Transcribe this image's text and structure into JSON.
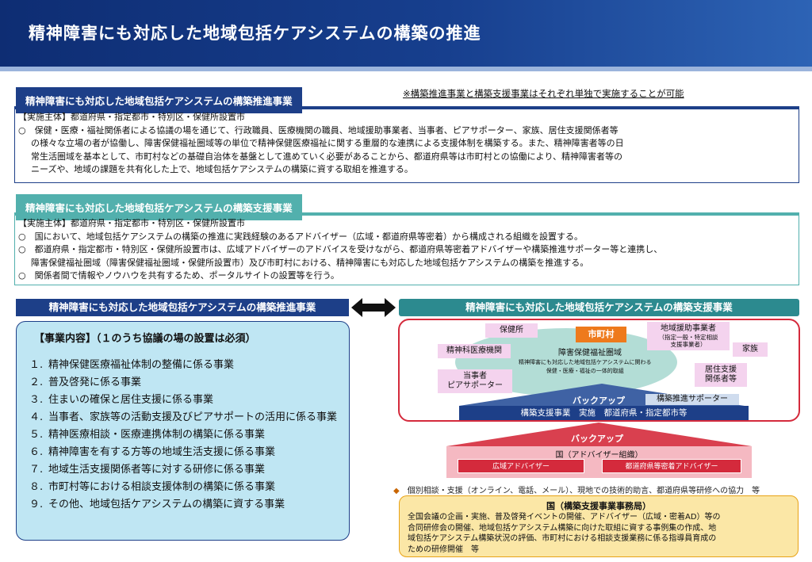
{
  "header": {
    "title": "精神障害にも対応した地域包括ケアシステムの構築の推進"
  },
  "note": "※構築推進事業と構築支援事業はそれぞれ単独で実施することが可能",
  "section1": {
    "tag": "精神障害にも対応した地域包括ケアシステムの構築推進事業",
    "lines": [
      "【実施主体】都道府県・指定都市・特別区・保健所設置市",
      "○　保健・医療・福祉関係者による協議の場を通じて、行政職員、医療機関の職員、地域援助事業者、当事者、ピアサポーター、家族、居住支援関係者等",
      "の様々な立場の者が協働し、障害保健福祉圏域等の単位で精神保健医療福祉に関する重層的な連携による支援体制を構築する。また、精神障害者等の日",
      "常生活圏域を基本として、市町村などの基礎自治体を基盤として進めていく必要があることから、都道府県等は市町村との協働により、精神障害者等の",
      "ニーズや、地域の課題を共有化した上で、地域包括ケアシステムの構築に資する取組を推進する。"
    ]
  },
  "section2": {
    "tag": "精神障害にも対応した地域包括ケアシステムの構築支援事業",
    "lines": [
      "【実施主体】都道府県・指定都市・特別区・保健所設置市",
      "○　国において、地域包括ケアシステムの構築の推進に実践経験のあるアドバイザー（広域・都道府県等密着）から構成される組織を設置する。",
      "○　都道府県・指定都市・特別区・保健所設置市は、広域アドバイザーのアドバイスを受けながら、都道府県等密着アドバイザーや構築推進サポーター等と連携し、",
      "障害保健福祉圏域（障害保健福祉圏域・保健所設置市）及び市町村における、精神障害にも対応した地域包括ケアシステムの構築を推進する。",
      "○　関係者間で情報やノウハウを共有するため、ポータルサイトの設置等を行う。"
    ]
  },
  "left": {
    "header": "精神障害にも対応した地域包括ケアシステムの構築推進事業",
    "title": "【事業内容】（１のうち協議の場の設置は必須）",
    "items": [
      {
        "num": "１.",
        "text": "精神保健医療福祉体制の整備に係る事業"
      },
      {
        "num": "２.",
        "text": "普及啓発に係る事業"
      },
      {
        "num": "３.",
        "text": "住まいの確保と居住支援に係る事業"
      },
      {
        "num": "４.",
        "text": "当事者、家族等の活動支援及びピアサポートの活用に係る事業"
      },
      {
        "num": "５.",
        "text": "精神医療相談・医療連携体制の構築に係る事業"
      },
      {
        "num": "６.",
        "text": "精神障害を有する方等の地域生活支援に係る事業"
      },
      {
        "num": "７.",
        "text": "地域生活支援関係者等に対する研修に係る事業"
      },
      {
        "num": "８.",
        "text": "市町村等における相談支援体制の構築に係る事業"
      },
      {
        "num": "９.",
        "text": "その他、地域包括ケアシステムの構築に資する事業"
      }
    ]
  },
  "right": {
    "header": "精神障害にも対応した地域包括ケアシステムの構築支援事業",
    "diagram": {
      "city": "市町村",
      "area": "障害保健福祉圏域",
      "ellipse_note_1": "精神障害にも対応した地域包括ケアシステムに関わる",
      "ellipse_note_2": "保健・医療・福祉の一体的取組",
      "hokenjo": "保健所",
      "seishinka": "精神科医療機関",
      "chiiki": "地域援助事業者",
      "chiiki_sub1": "（指定一般・特定相談",
      "chiiki_sub2": "支援事業者）",
      "kazoku": "家族",
      "tojisha1": "当事者",
      "tojisha2": "ピアサポーター",
      "kyoju1": "居住支援",
      "kyoju2": "関係者等",
      "backup": "バックアップ",
      "supporter": "構築推進サポーター",
      "bar": "構築支援事業　実施　都道府県・指定都市等"
    },
    "national": {
      "backup": "バックアップ",
      "label": "国（アドバイザー組織）",
      "wide": "広域アドバイザー",
      "local": "都道府県等密着アドバイザー"
    },
    "bullet_mark": "◆",
    "bullet": "個別相談・支援（オンライン、電話、メール）、現地での技術的助言、都道府県等研修への協力　等",
    "office": {
      "title": "国（構築支援事業事務局）",
      "lines": [
        "全国会議の企画・実施、普及啓発イベントの開催、アドバイザー（広域・密着AD）等の",
        "合同研修会の開催、地域包括ケアシステム構築に向けた取組に資する事例集の作成、地",
        "域包括ケアシステム構築状況の評価、市町村における相談支援業務に係る指導員育成の",
        "ための研修開催　等"
      ]
    }
  },
  "colors": {
    "navy": "#1d3f88",
    "teal": "#52b0ad",
    "red": "#d42a3c",
    "orange": "#ee7a1c",
    "yellow": "#fbe7a6",
    "lightblue": "#bfe6f3"
  }
}
